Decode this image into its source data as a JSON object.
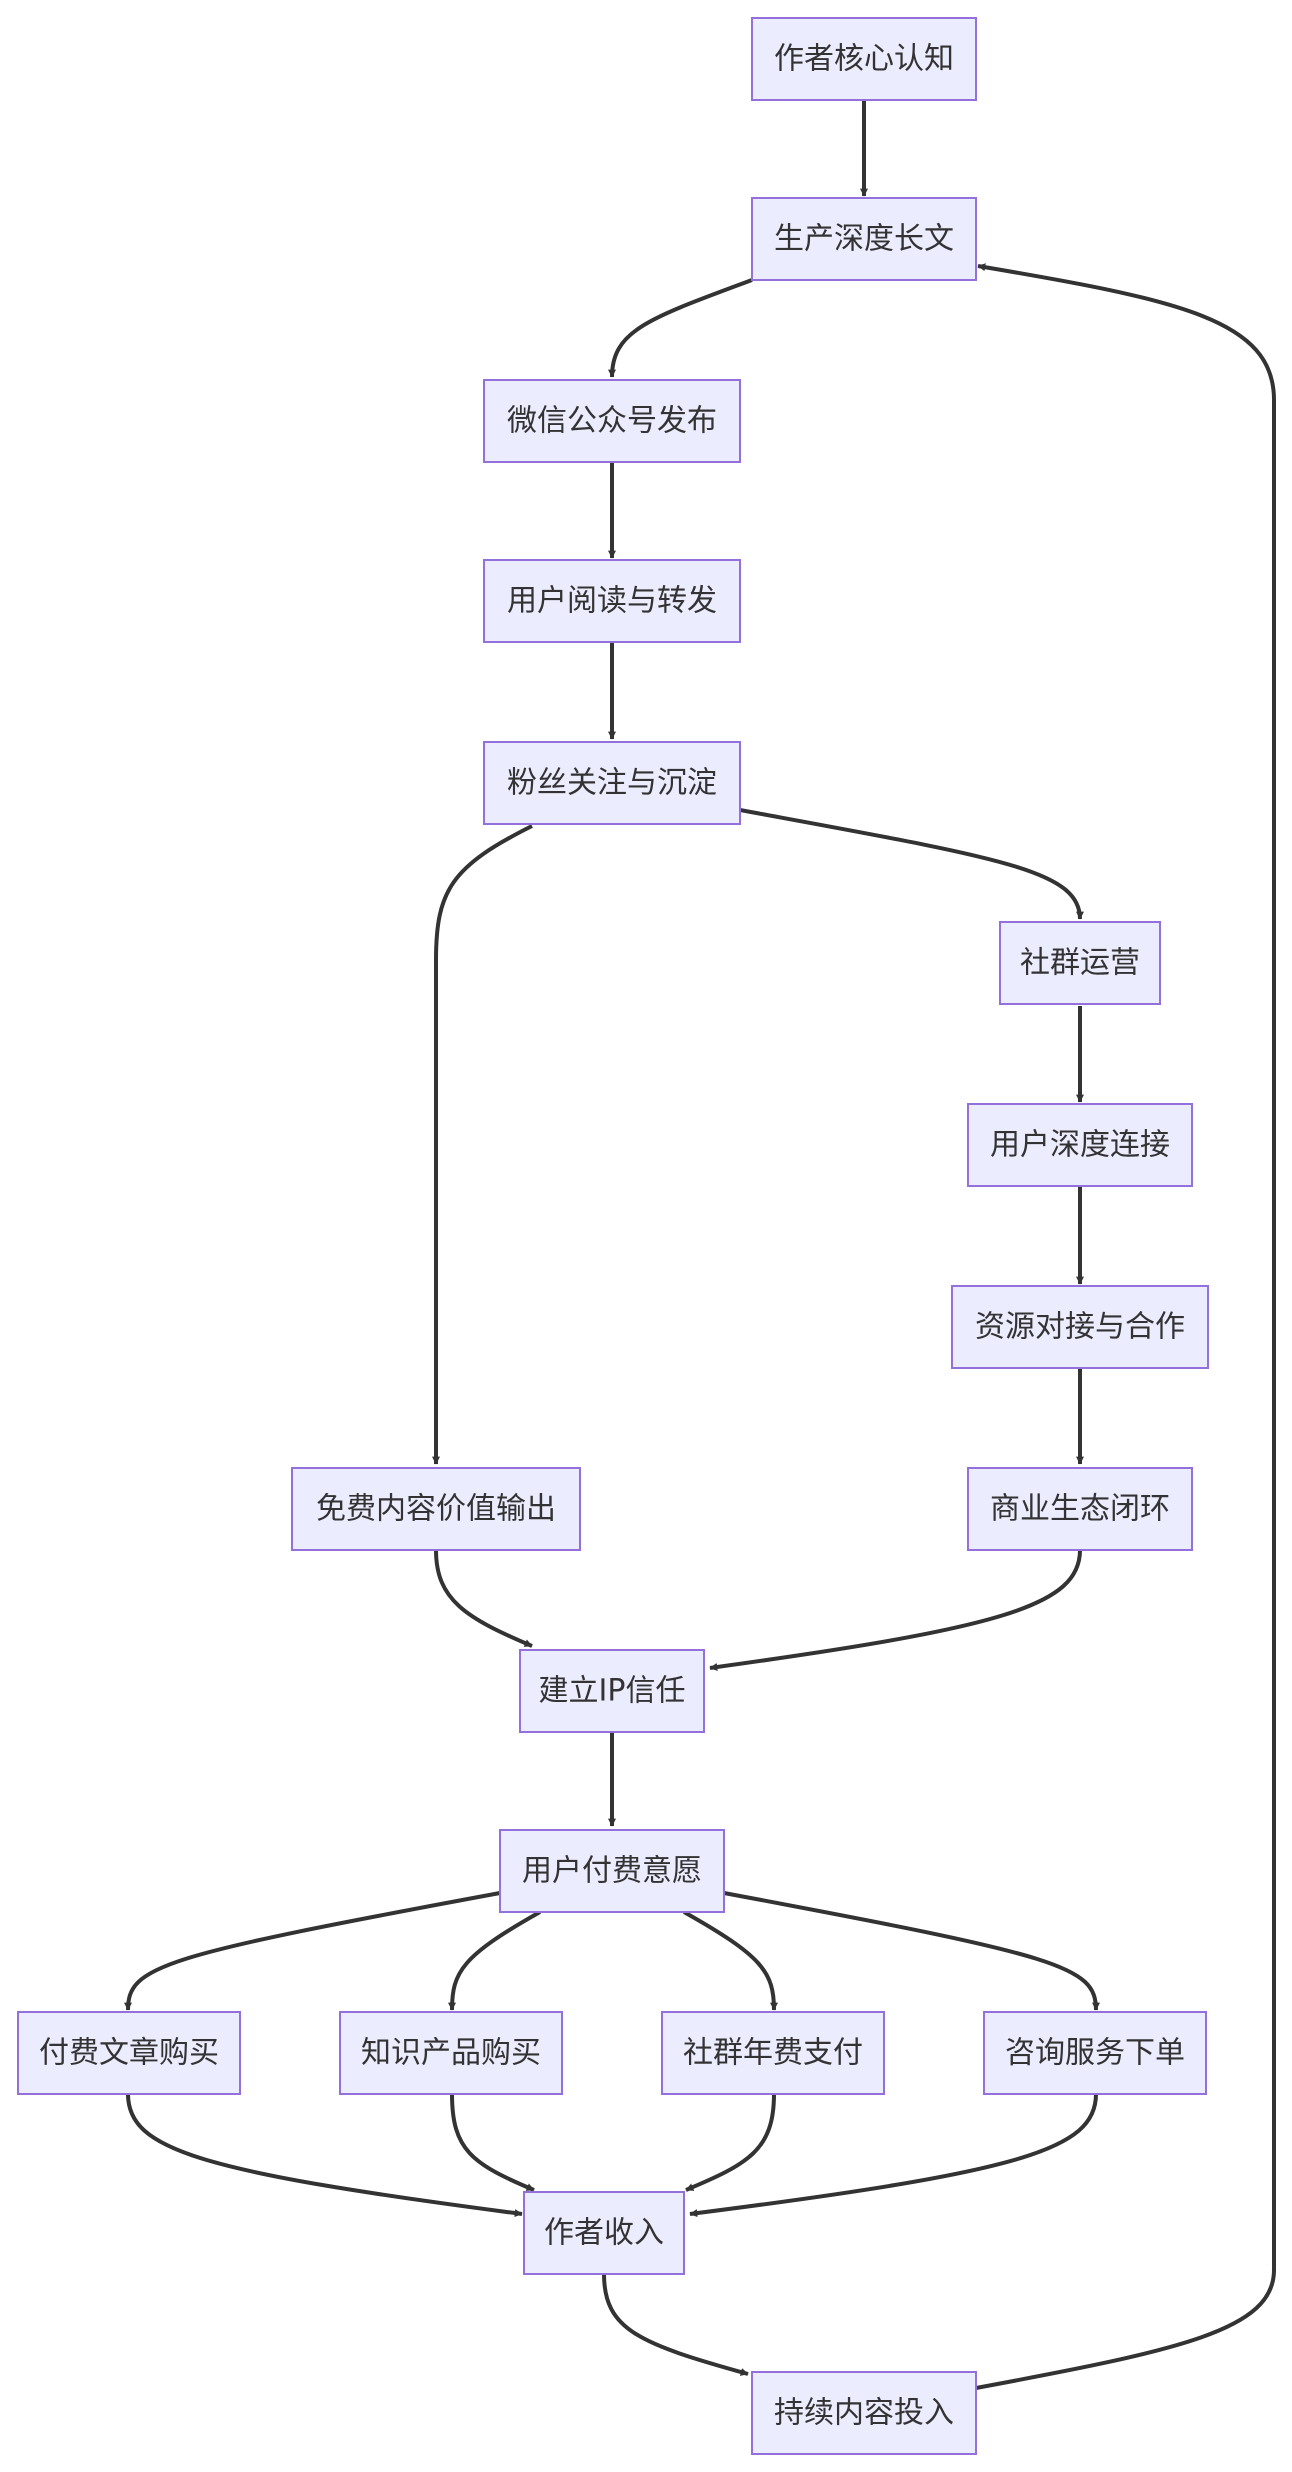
{
  "colors": {
    "node_fill": "#ECECFF",
    "node_stroke": "#9370DB",
    "edge": "#333333",
    "text": "#333333"
  },
  "nodes": {
    "core": "作者核心认知",
    "produce": "生产深度长文",
    "publish": "微信公众号发布",
    "read": "用户阅读与转发",
    "fans": "粉丝关注与沉淀",
    "community": "社群运营",
    "connect": "用户深度连接",
    "resource": "资源对接与合作",
    "free": "免费内容价值输出",
    "ecosystem": "商业生态闭环",
    "trust": "建立IP信任",
    "pay": "用户付费意愿",
    "article": "付费文章购买",
    "knowledge": "知识产品购买",
    "annual": "社群年费支付",
    "consult": "咨询服务下单",
    "income": "作者收入",
    "invest": "持续内容投入"
  }
}
